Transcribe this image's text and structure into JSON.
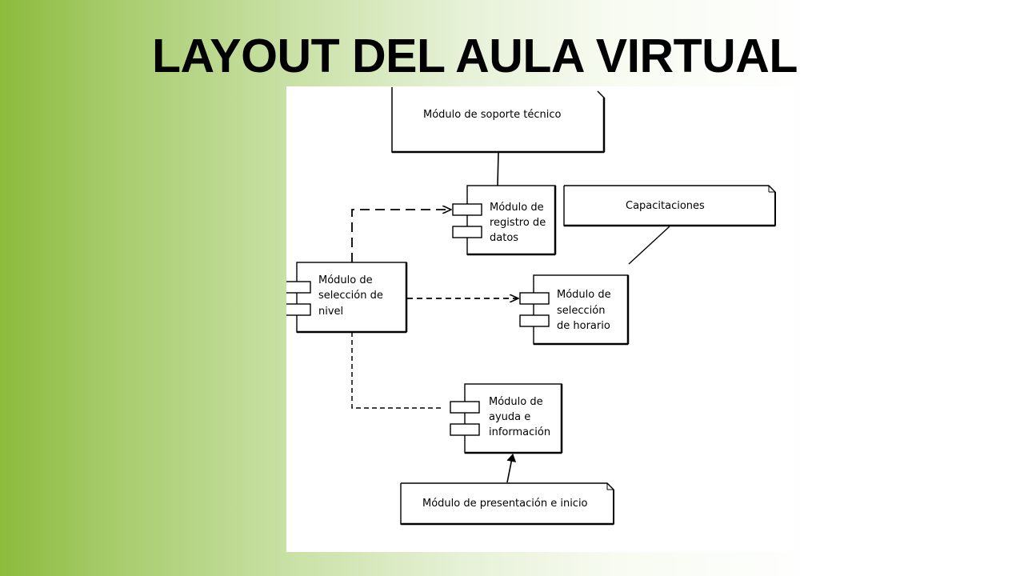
{
  "slide": {
    "title": "LAYOUT DEL AULA VIRTUAL"
  },
  "diagram": {
    "notes": {
      "support": "Módulo de soporte técnico",
      "training": "Capacitaciones",
      "presentation": "Módulo de presentación e inicio"
    },
    "components": {
      "registration": [
        "Módulo de",
        "registro de",
        "datos"
      ],
      "level": [
        "Módulo de",
        "selección de",
        "nivel"
      ],
      "schedule": [
        "Módulo de",
        "selección",
        "de horario"
      ],
      "help": [
        "Módulo de",
        "ayuda e",
        "información"
      ]
    }
  }
}
